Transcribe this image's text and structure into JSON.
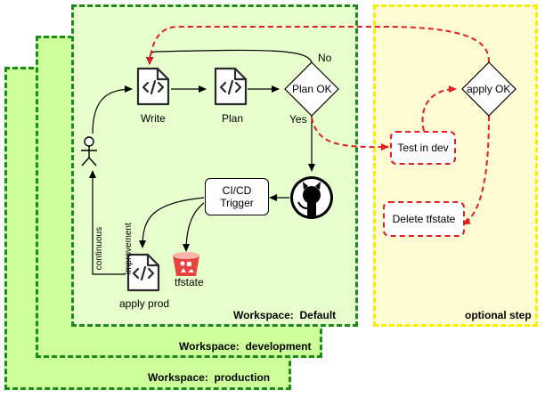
{
  "workspaces": {
    "production": "Workspace:  production",
    "development": "Workspace:  development",
    "default": "Workspace:  Default"
  },
  "optional": {
    "label": "optional step"
  },
  "nodes": {
    "write": "Write",
    "plan": "Plan",
    "plan_ok": "Plan OK",
    "no": "No",
    "yes": "Yes",
    "cicd_line1": "CI/CD",
    "cicd_line2": "Trigger",
    "apply_prod": "apply prod",
    "tfstate": "tfstate",
    "continuous_line1": "continuous",
    "continuous_line2": "improvement",
    "test_in_dev": "Test in dev",
    "apply_ok": "apply OK",
    "delete_tfstate": "Delete tfstate"
  },
  "icons": {
    "file": "code-file-icon",
    "github": "github-icon",
    "bucket": "storage-bucket-icon",
    "person": "person-icon"
  },
  "colors": {
    "workspace_fill": "#ccff99",
    "workspace_fill_default": "#e6ffcc",
    "workspace_border": "#1e8a1e",
    "optional_fill": "#fffcd3",
    "optional_border": "#f2f200",
    "flow_red": "#e02020",
    "bucket_red": "#e8433e"
  }
}
